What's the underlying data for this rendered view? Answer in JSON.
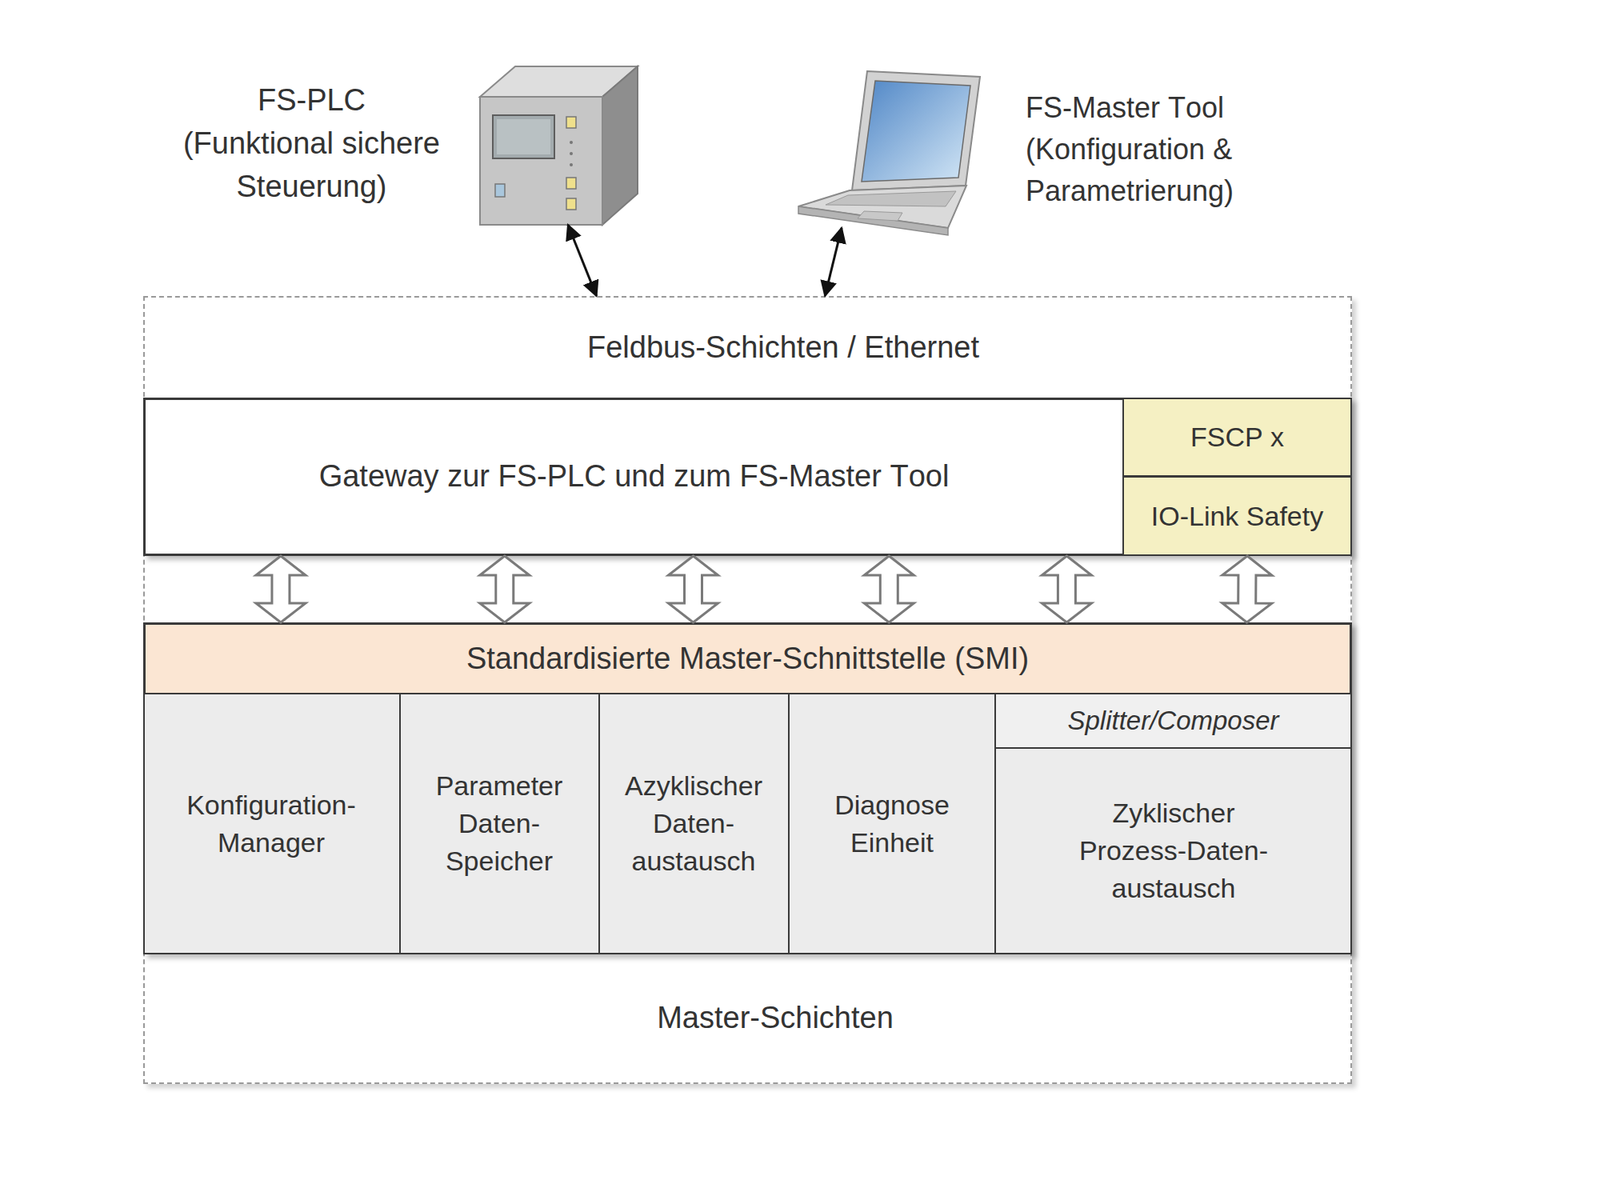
{
  "diagram": {
    "nodes": [
      {
        "text": [
          "FS-PLC (Funktional sichere Steuerung)"
        ]
      },
      {
        "text": [
          "FS-Master Tool (Konfiguration & Parametrierung)"
        ]
      },
      {
        "text": [
          "Feldbus-Schichten / Ethernet",
          "Master-Schichten"
        ]
      },
      {
        "text": [
          "Gateway zur FS-PLC und zum FS-Master Tool"
        ],
        "in": 2
      },
      {
        "text": [
          "FSCP x"
        ],
        "in": 3
      },
      {
        "text": [
          "IO-Link Safety"
        ],
        "in": 3
      },
      {
        "text": [
          "Standardisierte Master-Schnittstelle (SMI)"
        ],
        "in": 2
      },
      {
        "text": [
          "Konfiguration- Manager"
        ],
        "in": 6
      },
      {
        "text": [
          "Parameter Daten- Speicher"
        ],
        "in": 6
      },
      {
        "text": [
          "Azyklischer Daten- austausch"
        ],
        "in": 6
      },
      {
        "text": [
          "Diagnose Einheit"
        ],
        "in": 6
      },
      {
        "text": [
          "Splitter/Composer"
        ],
        "in": 6
      },
      {
        "text": [
          "Zyklischer Prozess-Daten- austausch"
        ],
        "in": 6
      }
    ],
    "edges": [
      {
        "from": 0,
        "to": 2,
        "arrow": "both"
      },
      {
        "from": 1,
        "to": 2,
        "arrow": "both"
      },
      {
        "from": 3,
        "to": 6,
        "arrow": "both"
      },
      {
        "from": 3,
        "to": 6,
        "arrow": "both"
      },
      {
        "from": 3,
        "to": 6,
        "arrow": "both"
      },
      {
        "from": 3,
        "to": 6,
        "arrow": "both"
      },
      {
        "from": 3,
        "to": 6,
        "arrow": "both"
      },
      {
        "from": 5,
        "to": 6,
        "arrow": "both"
      }
    ]
  }
}
